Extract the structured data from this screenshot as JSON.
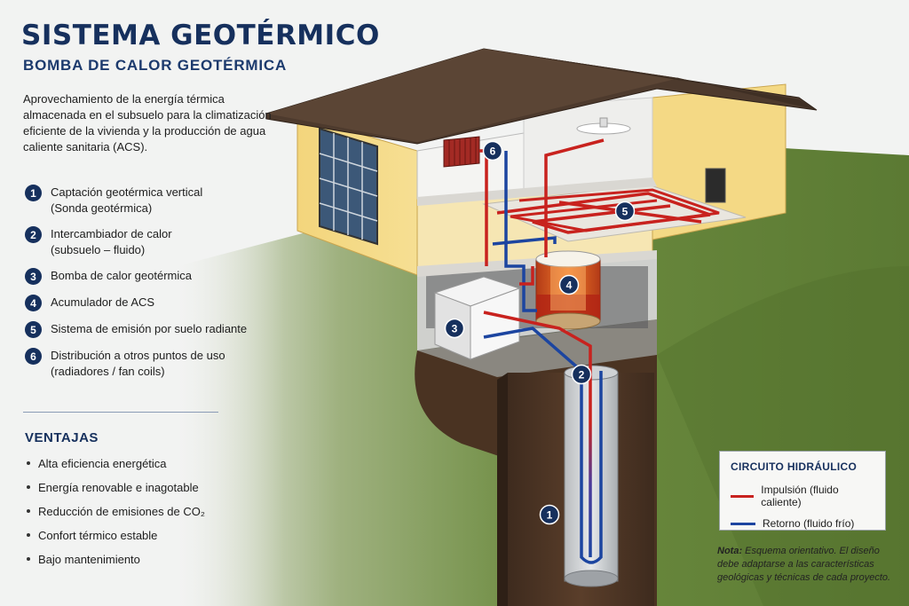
{
  "header": {
    "title": "SISTEMA GEOTÉRMICO",
    "subtitle": "BOMBA DE CALOR GEOTÉRMICA"
  },
  "intro": "Aprovechamiento de la energía térmica almacenada en el subsuelo para la climatización eficiente de la vivienda y la producción de agua caliente sanitaria (ACS).",
  "components": [
    {
      "number": "1",
      "text": "Captación geotérmica vertical\n(Sonda geotérmica)"
    },
    {
      "number": "2",
      "text": "Intercambiador de calor\n(subsuelo – fluido)"
    },
    {
      "number": "3",
      "text": "Bomba de calor geotérmica"
    },
    {
      "number": "4",
      "text": "Acumulador de ACS"
    },
    {
      "number": "5",
      "text": "Sistema de emisión por suelo radiante"
    },
    {
      "number": "6",
      "text": "Distribución a otros puntos de uso\n(radiadores / fan coils)"
    }
  ],
  "advantages": {
    "title": "VENTAJAS",
    "items": [
      "Alta eficiencia energética",
      "Energía renovable e inagotable",
      "Reducción de emisiones de CO₂",
      "Confort térmico estable",
      "Bajo mantenimiento"
    ]
  },
  "legend": {
    "title": "CIRCUITO HIDRÁULICO",
    "hot_label": "Impulsión (fluido caliente)",
    "cold_label": "Retorno (fluido frío)",
    "hot_color": "#c8221e",
    "cold_color": "#1c45a0"
  },
  "note": {
    "label": "Nota:",
    "text": " Esquema orientativo. El diseño debe adaptarse a las características geológicas y técnicas de cada proyecto."
  },
  "diagram": {
    "badges": [
      "1",
      "2",
      "3",
      "4",
      "5",
      "6"
    ]
  }
}
